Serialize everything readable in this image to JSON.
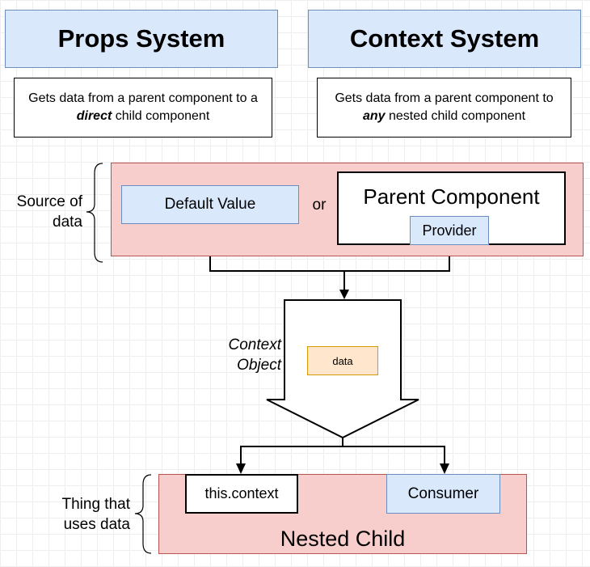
{
  "headers": {
    "props": "Props System",
    "context": "Context System"
  },
  "descriptions": {
    "props": {
      "pre": "Gets data from a parent component to a ",
      "emph": "direct",
      "post": " child component"
    },
    "context": {
      "pre": "Gets data from a parent component to ",
      "emph": "any",
      "post": " nested child component"
    }
  },
  "source": {
    "side_label_1": "Source of",
    "side_label_2": "data",
    "default_value": "Default Value",
    "or": "or",
    "parent_component": "Parent Component",
    "provider": "Provider"
  },
  "context_object": {
    "label_1": "Context",
    "label_2": "Object",
    "data": "data"
  },
  "consumer_side": {
    "side_label_1": "Thing that",
    "side_label_2": "uses data",
    "this_context": "this.context",
    "consumer": "Consumer",
    "nested_child": "Nested Child"
  },
  "colors": {
    "blue_fill": "#dae8fc",
    "blue_stroke": "#6c8ebf",
    "red_fill": "#f8cecc",
    "red_stroke": "#b85450",
    "orange_fill": "#ffe6cc",
    "orange_stroke": "#d79b00"
  }
}
